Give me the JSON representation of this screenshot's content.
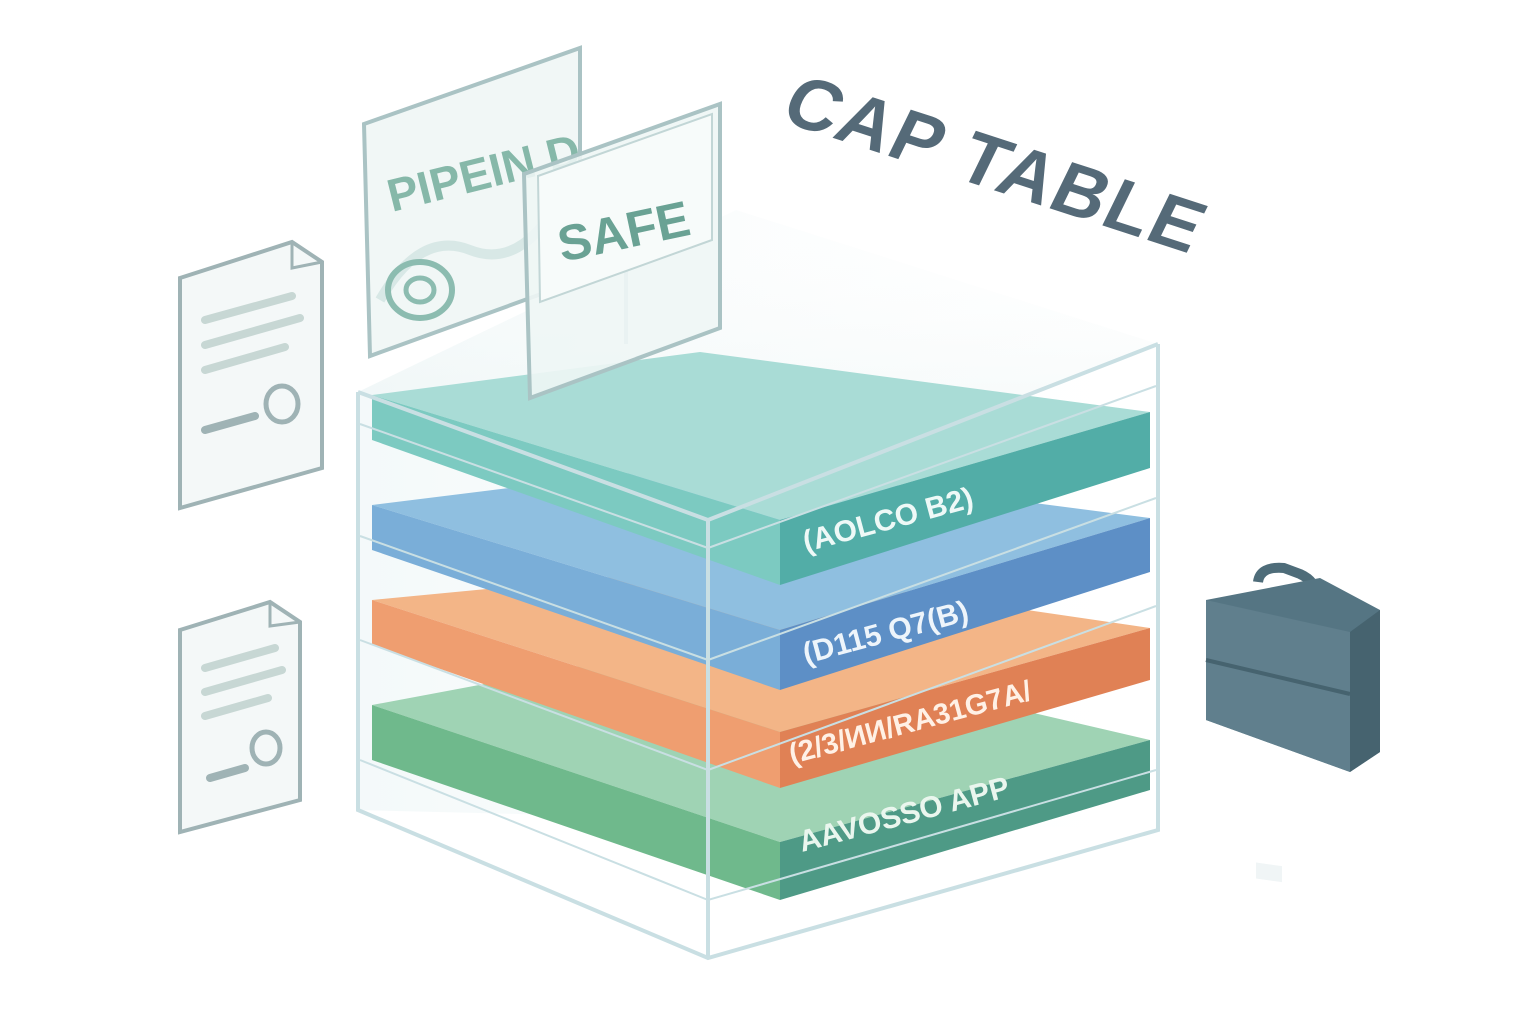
{
  "title": "CAP TABLE",
  "signs": {
    "back": "PIPEIN D",
    "front": "SAFE"
  },
  "layers": [
    {
      "label": "(AOLCO B2)",
      "color": "#5fb9b3"
    },
    {
      "label": "(D115 Q7(B)",
      "color": "#6a9ac9"
    },
    {
      "label": "(2/3/ИИ/RA31G7A/",
      "color": "#e58e62"
    },
    {
      "label": "AAVOSSO APP",
      "color": "#5da57f"
    }
  ],
  "colors": {
    "title": "#556a78",
    "sign_text": "#6aa294",
    "glass_edge": "#c9dfe3",
    "briefcase": "#567482"
  },
  "icons": [
    "document-icon",
    "document-icon",
    "briefcase-icon"
  ]
}
